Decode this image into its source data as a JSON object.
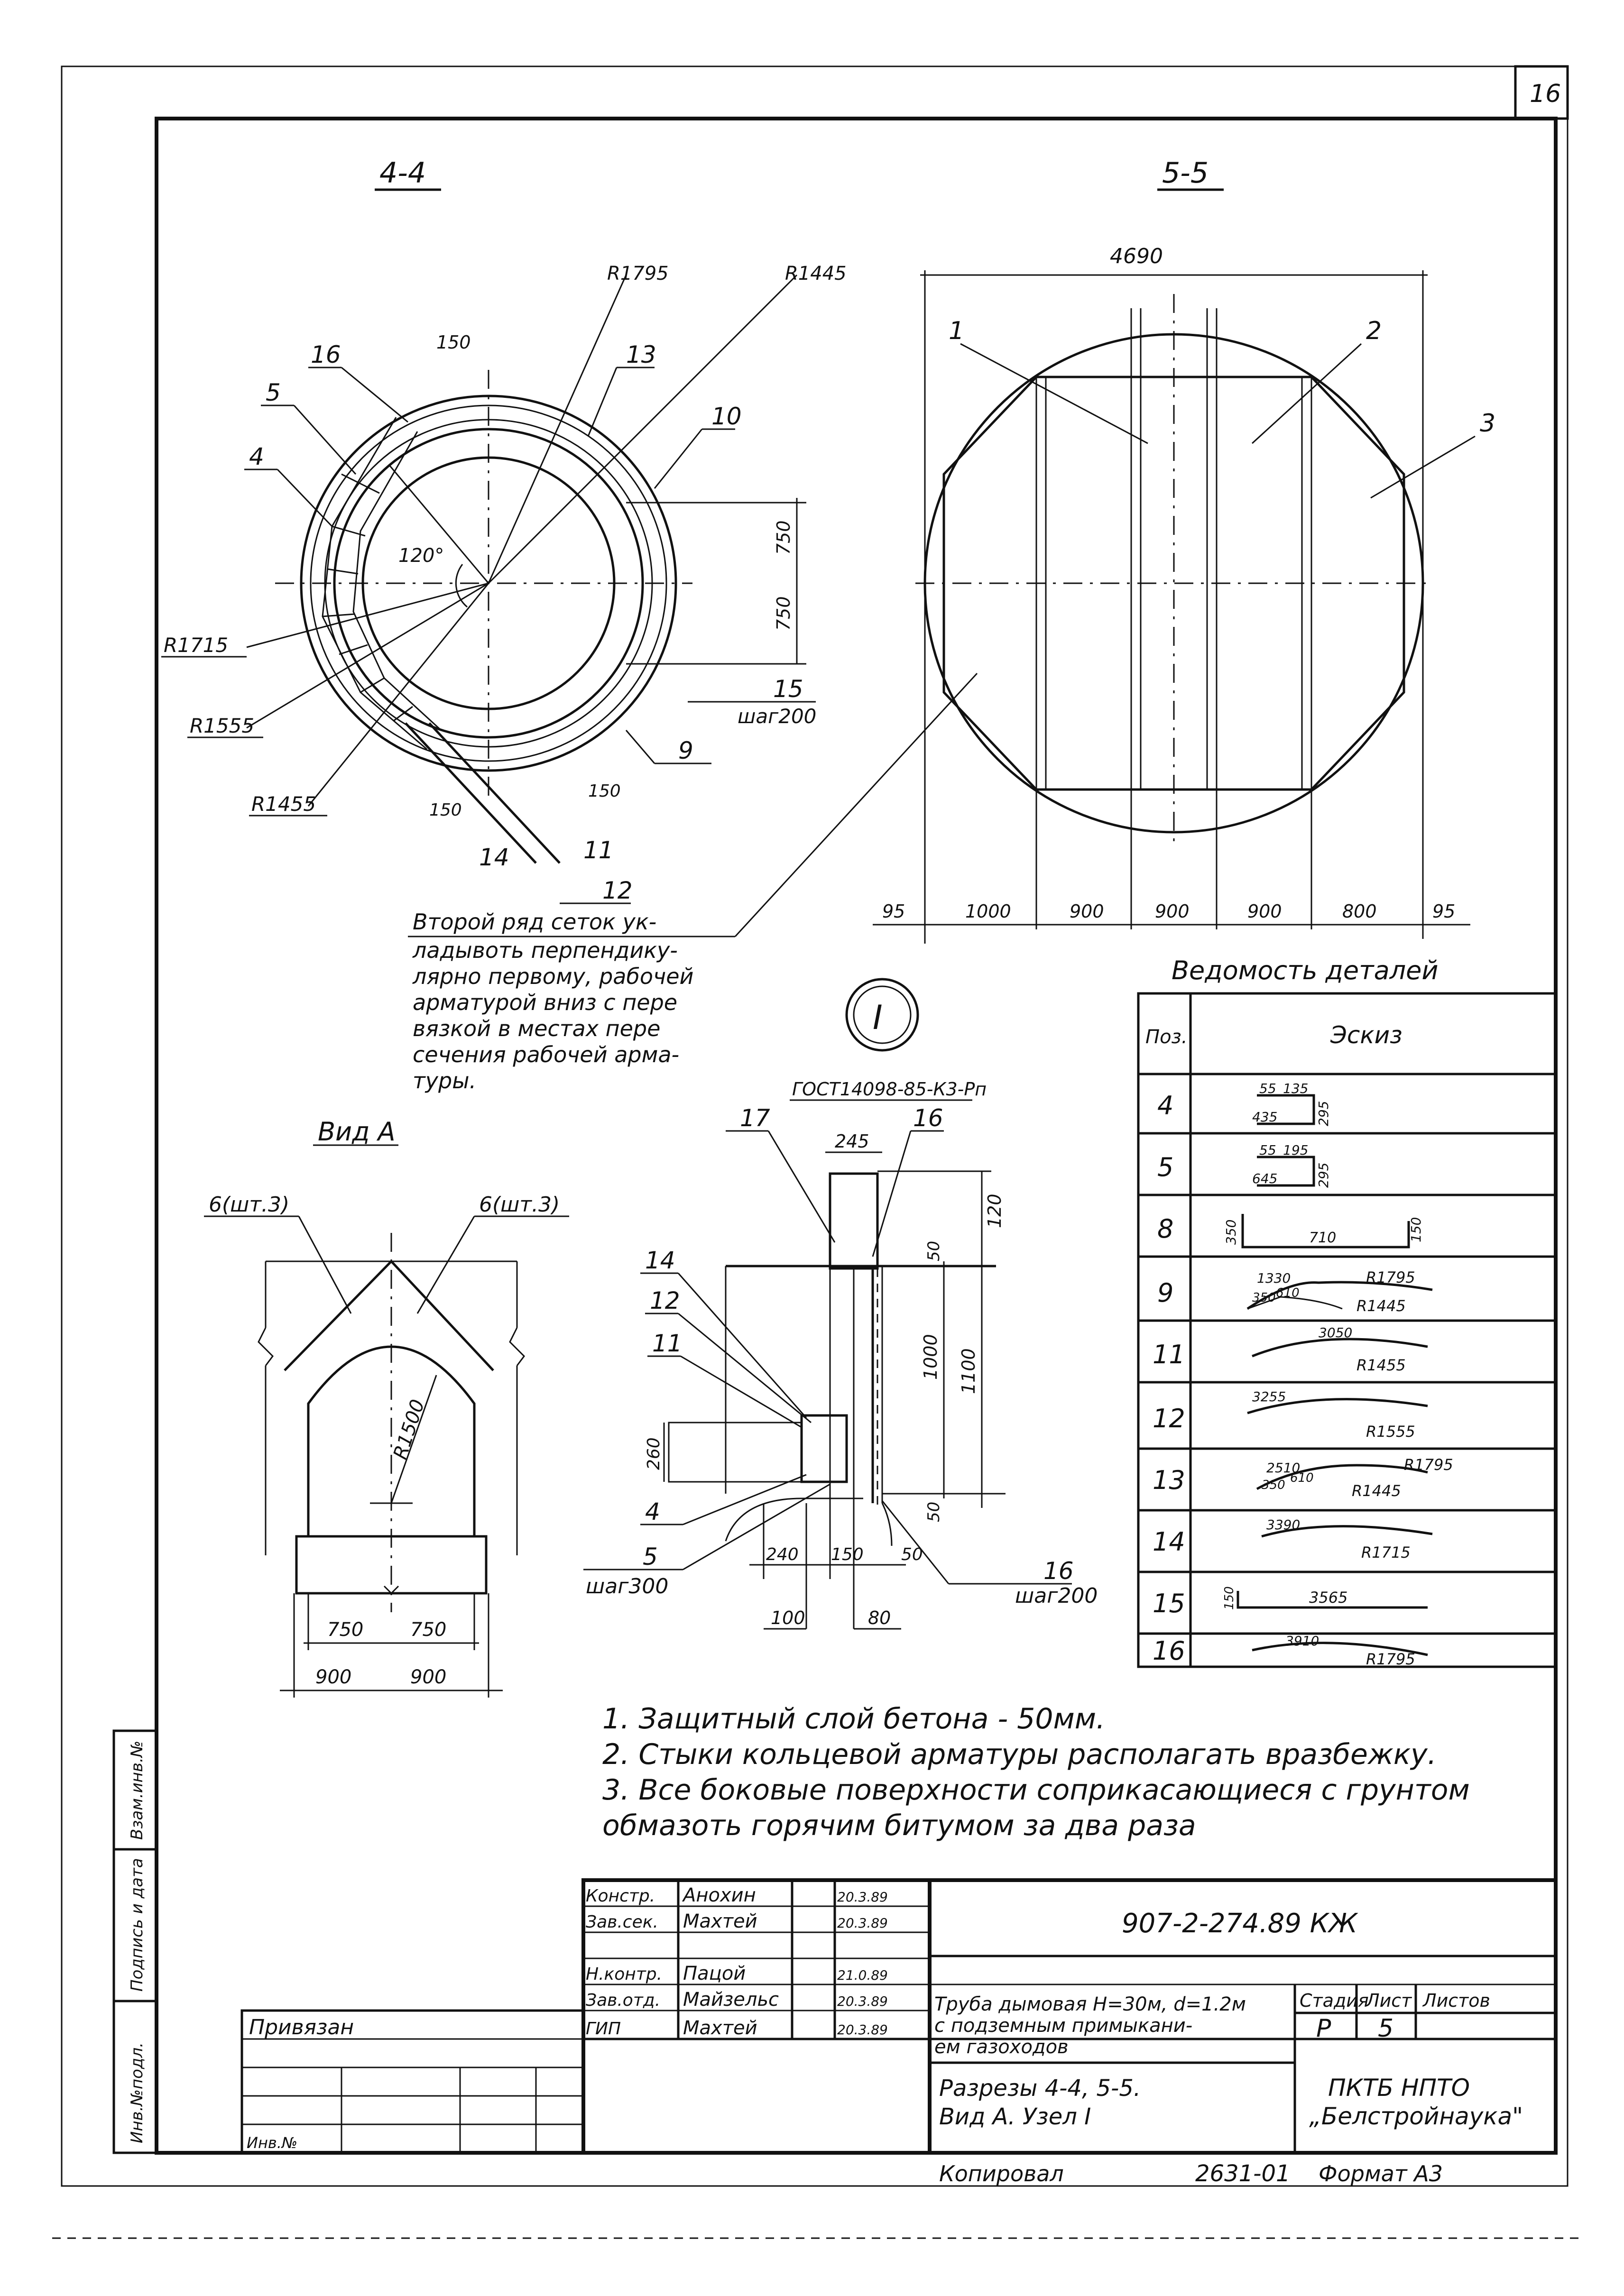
{
  "sheet": {
    "sheet_number": "16"
  },
  "section_44": {
    "title": "4-4",
    "angle": "120°",
    "leaders": {
      "p16": "16",
      "p5": "5",
      "p4": "4",
      "p13": "13",
      "p10": "10",
      "p15": "15",
      "step200": "шаг200",
      "p9": "9",
      "p14": "14",
      "p11": "11",
      "p12": "12",
      "R1795": "R1795",
      "R1445": "R1445",
      "R1715": "R1715",
      "R1555": "R1555",
      "R1455": "R1455",
      "d150a": "150",
      "d150b": "150",
      "d150c": "150",
      "d750a": "750",
      "d750b": "750"
    }
  },
  "section_55": {
    "title": "5-5",
    "overall_width": "4690",
    "labels": {
      "p1": "1",
      "p2": "2",
      "p3": "3"
    },
    "bottom_dims": [
      "95",
      "1000",
      "900",
      "900",
      "900",
      "800",
      "95"
    ],
    "note": [
      "Второй ряд сеток ук-",
      "ладывоть перпендику-",
      "лярно первому, рабочей",
      "арматурой вниз с пере",
      "вязкой в местах пере",
      "сечения рабочей арма-",
      "туры."
    ]
  },
  "view_a": {
    "title": "Вид А",
    "label_left": "6(шт.3)",
    "label_right": "6(шт.3)",
    "radius": "R1500",
    "dims_inner": [
      "750",
      "750"
    ],
    "dims_outer": [
      "900",
      "900"
    ]
  },
  "node_1": {
    "marker": "I",
    "gost": "ГОСТ14098-85-К3-Рп",
    "labels": {
      "p17": "17",
      "p16": "16",
      "p14": "14",
      "p12": "12",
      "p11": "11",
      "p4": "4",
      "p5": "5",
      "step300": "шаг300",
      "p16b": "16",
      "step200": "шаг200"
    },
    "dims": {
      "d245": "245",
      "d120": "120",
      "d50a": "50",
      "d1000": "1000",
      "d1100": "1100",
      "d260": "260",
      "d50b": "50",
      "d240": "240",
      "d150": "150",
      "d50c": "50",
      "d100": "100",
      "d80": "80"
    }
  },
  "details_table": {
    "title": "Ведомость деталей",
    "col_pos": "Поз.",
    "col_sketch": "Эскиз",
    "rows": [
      {
        "pos": "4",
        "sketch": [
          "55",
          "135",
          "435",
          "295"
        ]
      },
      {
        "pos": "5",
        "sketch": [
          "55",
          "195",
          "645",
          "295"
        ]
      },
      {
        "pos": "8",
        "sketch": [
          "350",
          "710",
          "150"
        ]
      },
      {
        "pos": "9",
        "sketch": [
          "1330",
          "610",
          "350",
          "R1795",
          "R1445"
        ]
      },
      {
        "pos": "11",
        "sketch": [
          "3050",
          "R1455"
        ]
      },
      {
        "pos": "12",
        "sketch": [
          "3255",
          "R1555"
        ]
      },
      {
        "pos": "13",
        "sketch": [
          "2510",
          "610",
          "350",
          "R1795",
          "R1445"
        ]
      },
      {
        "pos": "14",
        "sketch": [
          "3390",
          "R1715"
        ]
      },
      {
        "pos": "15",
        "sketch": [
          "150",
          "3565"
        ]
      },
      {
        "pos": "16",
        "sketch": [
          "3910",
          "R1795"
        ]
      }
    ]
  },
  "notes": [
    "1.  Защитный слой бетона - 50мм.",
    "2.  Стыки кольцевой арматуры располагать вразбежку.",
    "3.  Все боковые поверхности соприкасающиеся с грунтом",
    "     обмазоть горячим битумом за два раза"
  ],
  "title_block": {
    "doc_code": "907-2-274.89 КЖ",
    "roles": [
      {
        "role": "Констр.",
        "name": "Анохин",
        "date": "20.3.89"
      },
      {
        "role": "Зав.сек.",
        "name": "Махтей",
        "date": "20.3.89"
      },
      {
        "role": "Н.контр.",
        "name": "Пацой",
        "date": "21.0.89"
      },
      {
        "role": "Зав.отд.",
        "name": "Майзельс",
        "date": "20.3.89"
      },
      {
        "role": "ГИП",
        "name": "Махтей",
        "date": "20.3.89"
      }
    ],
    "object_name": [
      "Труба дымовая Н=30м, d=1.2м",
      "с подземным примыкани-",
      "ем газоходов"
    ],
    "sheet_title": [
      "Разрезы 4-4, 5-5.",
      "Вид А. Узел I"
    ],
    "stage_header": "Стадия",
    "sheet_header": "Лист",
    "sheets_header": "Листов",
    "stage": "Р",
    "sheet": "5",
    "organization": [
      "ПКТБ  НПТО",
      "„Белстройнаука\""
    ],
    "binding": "Привязан",
    "inv_no": "Инв.№"
  },
  "side_stamp": [
    "Инв.№подл.",
    "Подпись и дата",
    "Взам.инв.№"
  ],
  "footer": {
    "copied": "Копировал",
    "code": "2631-01",
    "format": "Формат А3"
  }
}
